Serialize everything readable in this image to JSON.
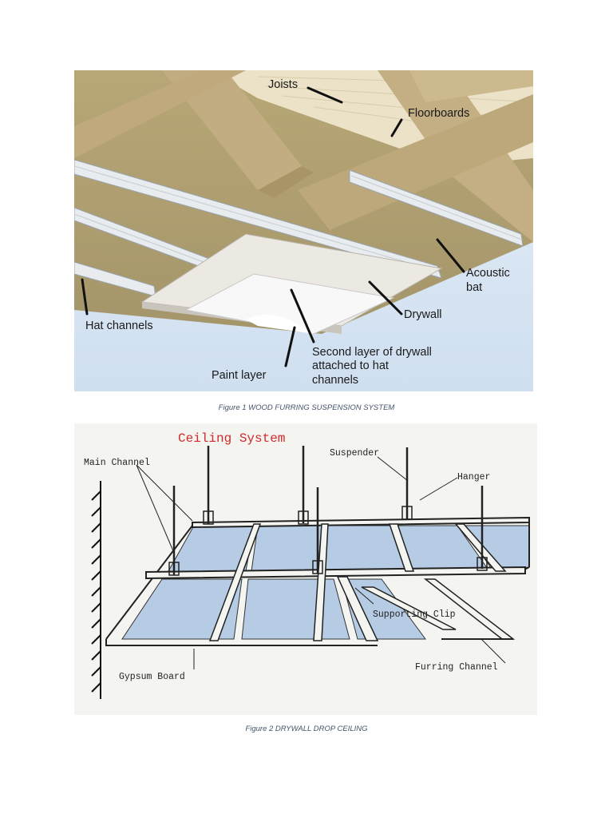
{
  "figure1": {
    "labels": {
      "joists": "Joists",
      "floorboards": "Floorboards",
      "acoustic_bat_line1": "Acoustic",
      "acoustic_bat_line2": "bat",
      "drywall": "Drywall",
      "hat_channels": "Hat channels",
      "paint_layer": "Paint layer",
      "second_layer_line1": "Second layer of drywall",
      "second_layer_line2": "attached to hat",
      "second_layer_line3": "channels"
    },
    "caption": "Figure 1 WOOD FURRING SUSPENSION SYSTEM"
  },
  "figure2": {
    "title": "Ceiling System",
    "labels": {
      "main_channel": "Main Channel",
      "suspender": "Suspender",
      "hanger": "Hanger",
      "supporting_clip": "Supporting Clip",
      "furring_channel": "Furring Channel",
      "gypsum_board": "Gypsum Board"
    },
    "title_color": "#d12a2a",
    "caption": "Figure 2 DRYWALL DROP CEILING"
  }
}
